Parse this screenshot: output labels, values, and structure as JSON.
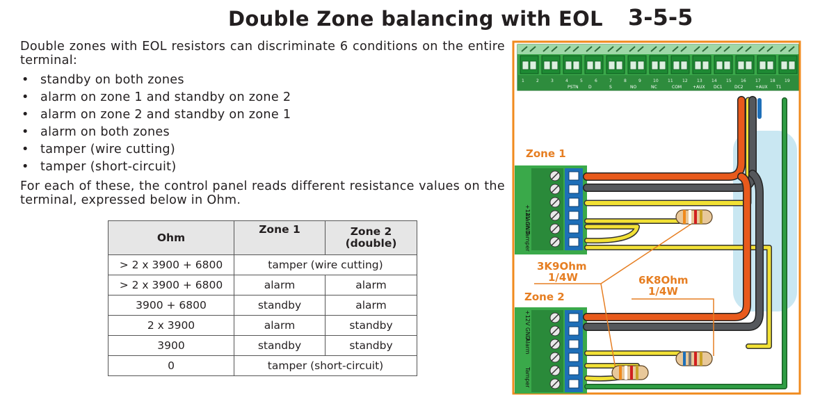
{
  "header": {
    "title": "Double Zone balancing with EOL",
    "section": "3-5-5"
  },
  "intro": "Double zones with EOL resistors can discriminate 6 conditions on the entire terminal:",
  "bullets": [
    "standby on both zones",
    "alarm on zone 1 and standby on zone 2",
    "alarm on zone 2 and standby on zone 1",
    "alarm on both zones",
    "tamper (wire cutting)",
    "tamper (short-circuit)"
  ],
  "paragraph": "For each of these, the control panel reads different resistance values on the terminal, expressed below in Ohm.",
  "table": {
    "headers": [
      "Ohm",
      "Zone 1",
      "Zone 2",
      "(double)"
    ],
    "rows": [
      {
        "ohm": "> 2 x 3900 + 6800",
        "merged": "tamper (wire cutting)"
      },
      {
        "ohm": "> 2 x 3900 + 6800",
        "z1": "alarm",
        "z2": "alarm"
      },
      {
        "ohm": "3900 + 6800",
        "z1": "standby",
        "z2": "alarm"
      },
      {
        "ohm": "2 x 3900",
        "z1": "alarm",
        "z2": "standby"
      },
      {
        "ohm": "3900",
        "z1": "standby",
        "z2": "standby"
      },
      {
        "ohm": "0",
        "merged": "tamper (short-circuit)"
      }
    ]
  },
  "diagram": {
    "zone1": "Zone 1",
    "zone2": "Zone 2",
    "res1": [
      "3K9Ohm",
      "1/4W"
    ],
    "res2": [
      "6K8Ohm",
      "1/4W"
    ],
    "det_pins": [
      "+12V GND",
      "Alarm",
      "Tamper"
    ],
    "panel_nums": [
      "1",
      "2",
      "3",
      "4",
      "5",
      "6",
      "7",
      "8",
      "9",
      "10",
      "11",
      "12",
      "13",
      "14",
      "15",
      "16",
      "17",
      "18",
      "19"
    ],
    "panel_labels": [
      "PSTN",
      "D",
      "S",
      "NO",
      "NC",
      "COM",
      "+AUX",
      "DC1",
      "DC2",
      "+AUX",
      "T1"
    ],
    "colors": {
      "frame": "#f08a1c",
      "orange_wire": "#e85a1c",
      "grey_wire": "#55585c",
      "yellow_wire": "#f2e135",
      "green_wire": "#2f9e44",
      "terminal_green": "#3aa94a",
      "terminal_blue": "#1e6fb8",
      "zone_label": "#e67e22",
      "housing": "#bfe3f0"
    }
  }
}
